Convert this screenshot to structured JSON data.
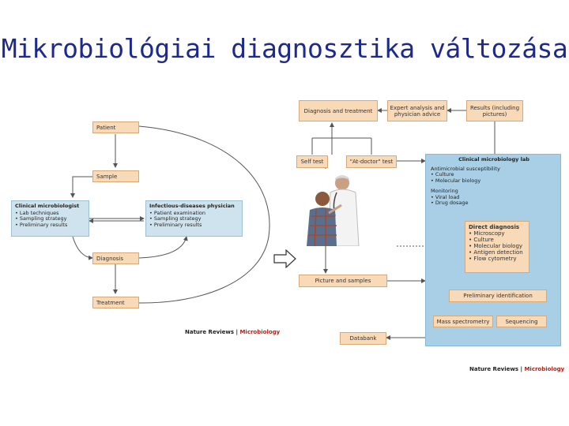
{
  "title": "Mikrobiológiai diagnosztika változása",
  "left": {
    "patient": "Patient",
    "sample": "Sample",
    "diagnosis": "Diagnosis",
    "treatment": "Treatment",
    "clinical_micro": {
      "heading": "Clinical microbiologist",
      "items": [
        "• Lab techniques",
        "• Sampling strategy",
        "• Preliminary results"
      ]
    },
    "id_physician": {
      "heading": "Infectious-diseases physician",
      "items": [
        "• Patient examination",
        "• Sampling strategy",
        "• Preliminary results"
      ]
    },
    "nature_reviews": "Nature Reviews",
    "microbiology": "Microbiology"
  },
  "right": {
    "diagnosis_treatment": "Diagnosis and treatment",
    "expert": "Expert analysis and physician advice",
    "results": "Results (including pictures)",
    "self_test": "Self test",
    "at_doctor": "\"At-doctor\" test",
    "lab": {
      "heading": "Clinical microbiology lab",
      "antimicrobial": "Antimicrobial susceptibility",
      "antimicrobial_items": [
        "• Culture",
        "• Molecular biology"
      ],
      "monitoring": "Monitoring",
      "monitoring_items": [
        "• Viral load",
        "• Drug dosage"
      ]
    },
    "direct": {
      "heading": "Direct diagnosis",
      "items": [
        "• Microscopy",
        "• Culture",
        "• Molecular biology",
        "• Antigen detection",
        "• Flow cytometry"
      ]
    },
    "picture_samples": "Picture and samples",
    "prelim_id": "Preliminary identification",
    "mass_spec": "Mass spectrometry",
    "sequencing": "Sequencing",
    "databank": "Databank",
    "nature_reviews": "Nature Reviews",
    "microbiology": "Microbiology"
  },
  "colors": {
    "title": "#1d2a8c",
    "box": "#f8d9b8",
    "panel": "#cfe3ef",
    "lab": "#a9cfe6",
    "arrow": "#555555"
  }
}
